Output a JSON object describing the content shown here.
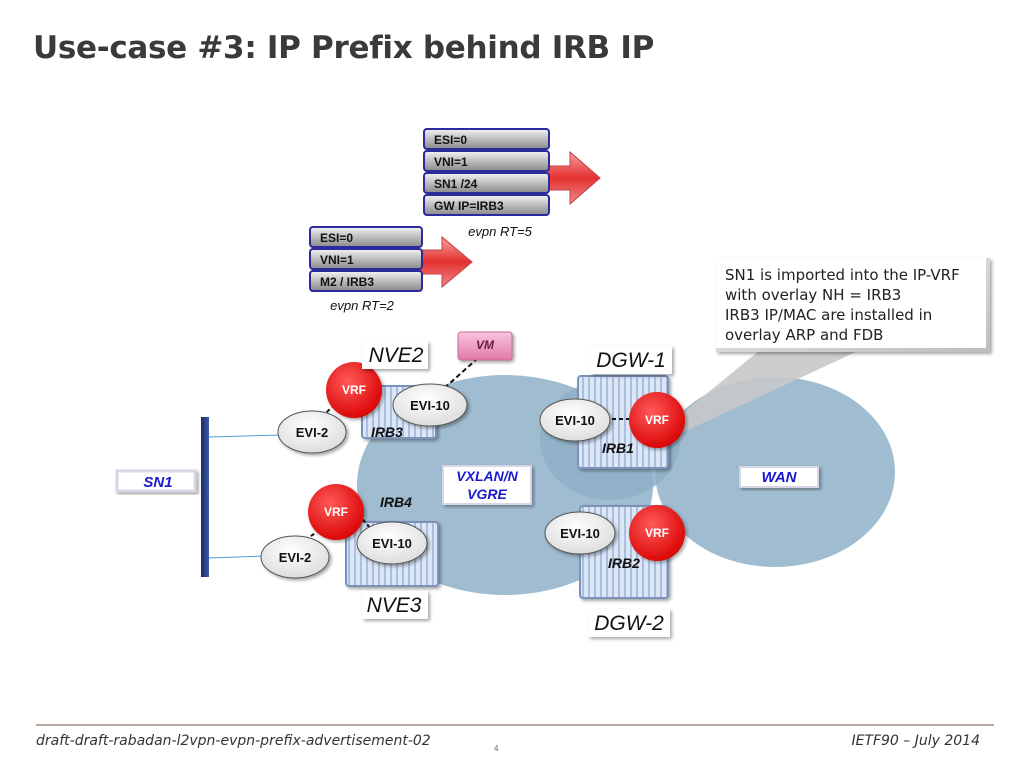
{
  "slide": {
    "title": "Use-case #3: IP Prefix behind IRB IP",
    "footer_left": "draft-draft-rabadan-l2vpn-evpn-prefix-advertisement-02",
    "page_number": "4",
    "footer_right": "IETF90 – July 2014"
  },
  "route_rt5": {
    "fields": [
      "ESI=0",
      "VNI=1",
      "SN1 /24",
      "GW IP=IRB3"
    ],
    "caption": "evpn RT=5"
  },
  "route_rt2": {
    "fields": [
      "ESI=0",
      "VNI=1",
      "M2 / IRB3"
    ],
    "caption": "evpn RT=2"
  },
  "callout": {
    "lines": [
      "SN1 is imported into the IP-VRF",
      "with overlay NH = IRB3",
      "IRB3 IP/MAC are installed in",
      "overlay ARP and FDB"
    ]
  },
  "labels": {
    "nve2": "NVE2",
    "nve3": "NVE3",
    "dgw1": "DGW-1",
    "dgw2": "DGW-2",
    "vm": "VM",
    "sn1": "SN1",
    "wan": "WAN",
    "vxlan_line1": "VXLAN/N",
    "vxlan_line2": "VGRE",
    "irb1": "IRB1",
    "irb2": "IRB2",
    "irb3": "IRB3",
    "irb4": "IRB4",
    "vrf": "VRF",
    "evi10": "EVI-10",
    "evi2": "EVI-2"
  },
  "colors": {
    "vrf_red": "#e01010",
    "label_blue": "#1a1acc",
    "cloud": "#8fb0c8",
    "field_border": "#2b2b9a"
  }
}
